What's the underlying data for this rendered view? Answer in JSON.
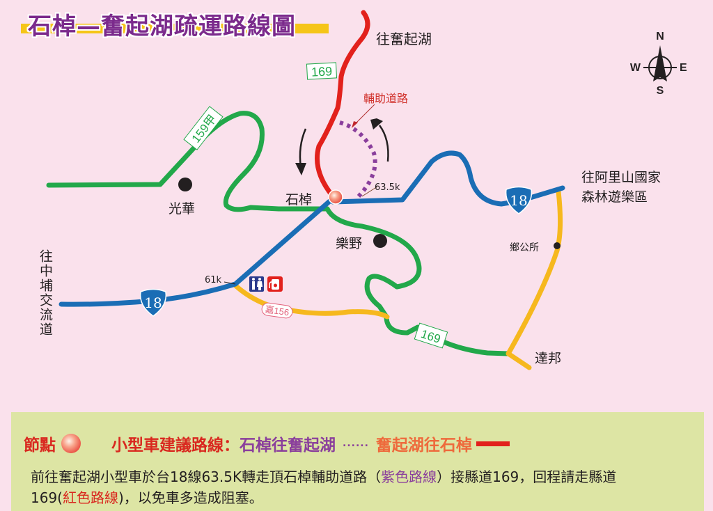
{
  "title": "石棹—奮起湖疏運路線圖",
  "compass": {
    "n": "N",
    "s": "S",
    "e": "E",
    "w": "W"
  },
  "colors": {
    "background": "#fae1ec",
    "title": "#7b2a8c",
    "title_bar": "#f5c518",
    "road_red": "#e2211c",
    "road_green": "#22a84a",
    "road_blue": "#1a6db5",
    "road_yellow": "#f6b81e",
    "road_purple_dotted": "#8a3f9c",
    "legend_bg": "#dde5a4"
  },
  "places": {
    "to_fenqihu": "往奮起湖",
    "aux_road": "輔助道路",
    "shizhuo": "石棹",
    "guanghua": "光華",
    "leye": "樂野",
    "to_alishan_line1": "往阿里山國家",
    "to_alishan_line2": "森林遊樂區",
    "township_office": "鄉公所",
    "dabang": "達邦",
    "to_zhongpu": "往中埔交流道"
  },
  "markers": {
    "km_63_5": "63.5k",
    "km_61": "61k"
  },
  "road_signs": {
    "county_169_north": "169",
    "county_159a": "159甲",
    "prov_18_east": "18",
    "prov_18_west": "18",
    "county_169_south": "169",
    "chia_156": "嘉156"
  },
  "icons": [
    "restroom-icon",
    "gas-station-icon",
    "compass-icon",
    "node-icon"
  ],
  "legend": {
    "node_label": "節點",
    "route_label": "小型車建議路線：",
    "route_to_fenqihu": "石棹往奮起湖",
    "dots": "......",
    "route_to_shizhuo": "奮起湖往石棹",
    "text_part1": "前往奮起湖小型車於台18線63.5K轉走頂石棹輔助道路（",
    "text_purple": "紫色路線",
    "text_part2": "）接縣道169，回程請走縣道169(",
    "text_red": "紅色路線",
    "text_part3": ")，以免車多造成阻塞。"
  }
}
